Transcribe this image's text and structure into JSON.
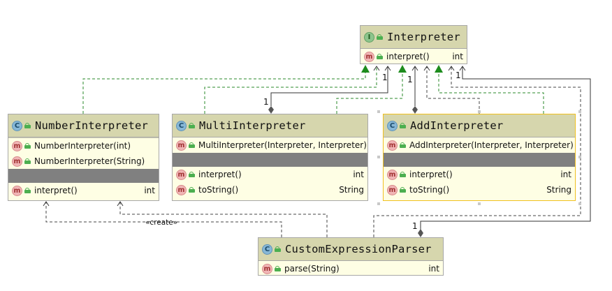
{
  "classes": {
    "interpreter": {
      "kind": "I",
      "name": "Interpreter",
      "rows": [
        {
          "icon": "m",
          "text": "interpret()",
          "type": "int"
        }
      ]
    },
    "number": {
      "kind": "C",
      "name": "NumberInterpreter",
      "constructors": [
        {
          "icon": "m",
          "text": "NumberInterpreter(int)"
        },
        {
          "icon": "m",
          "text": "NumberInterpreter(String)"
        }
      ],
      "methods": [
        {
          "icon": "m",
          "text": "interpret()",
          "type": "int"
        }
      ]
    },
    "multi": {
      "kind": "C",
      "name": "MultiInterpreter",
      "constructors": [
        {
          "icon": "m",
          "text": "MultiInterpreter(Interpreter, Interpreter)"
        }
      ],
      "methods": [
        {
          "icon": "m",
          "text": "interpret()",
          "type": "int"
        },
        {
          "icon": "m",
          "text": "toString()",
          "type": "String"
        }
      ]
    },
    "add": {
      "kind": "C",
      "name": "AddInterpreter",
      "constructors": [
        {
          "icon": "m",
          "text": "AddInterpreter(Interpreter, Interpreter)"
        }
      ],
      "methods": [
        {
          "icon": "m",
          "text": "interpret()",
          "type": "int"
        },
        {
          "icon": "m",
          "text": "toString()",
          "type": "String"
        }
      ]
    },
    "parser": {
      "kind": "C",
      "name": "CustomExpressionParser",
      "methods": [
        {
          "icon": "m",
          "text": "parse(String)",
          "type": "int"
        }
      ]
    }
  },
  "labels": {
    "create": "«create»",
    "mult_multi_1": "1",
    "mult_interp_1a": "1",
    "mult_interp_1b": "1",
    "mult_interp_1c": "1",
    "mult_parser_1": "1"
  },
  "colors": {
    "header": "#d6d6ad",
    "body": "#fefee4",
    "realization": "#1f8a1f",
    "edge": "#333333",
    "selection": "#f0c020"
  }
}
